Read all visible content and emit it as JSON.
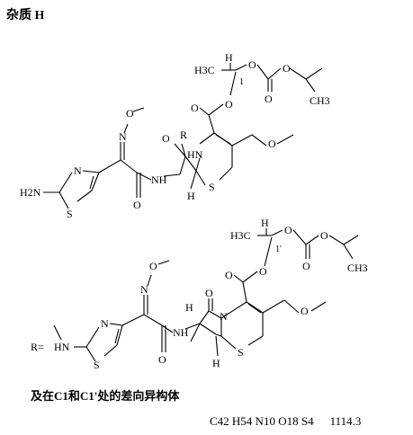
{
  "title": "杂质 H",
  "labels": {
    "top": {
      "h": "H",
      "h3c": "H3C",
      "stereo_num": "1",
      "o1": "O",
      "o2": "O",
      "o_carbonyl": "O",
      "ch3_iso": "CH3",
      "ester_o1": "O",
      "ester_o2": "O",
      "oxime_o": "O",
      "oxime_n": "N",
      "amide_o": "O",
      "r": "R",
      "ring_hn": "HN",
      "methoxy_o": "O",
      "thiazole_n": "N",
      "h2n": "H2N",
      "thiazole_s": "S",
      "amide_o2": "O",
      "nh": "NH",
      "ring_s": "S",
      "h_lower": "H"
    },
    "bottom": {
      "h": "H",
      "h3c": "H3C",
      "stereo_num": "1'",
      "o1": "O",
      "o2": "O",
      "o_carbonyl": "O",
      "ch3_iso": "CH3",
      "ester_o1": "O",
      "ester_o2": "O",
      "oxime_o": "O",
      "oxime_n": "N",
      "r_label": "R=",
      "hn": "HN",
      "thiazole_n": "N",
      "thiazole_s": "S",
      "amide_o": "O",
      "nh": "NH",
      "lactam_o": "O",
      "n": "N",
      "h1": "H",
      "h2": "H",
      "ring_s": "S",
      "methoxy_o": "O"
    }
  },
  "stereo_note": "及在C1和C1'处的差向异构体",
  "formula": {
    "text": "C42 H54 N10 O18 S4",
    "mw": "1114.3"
  }
}
